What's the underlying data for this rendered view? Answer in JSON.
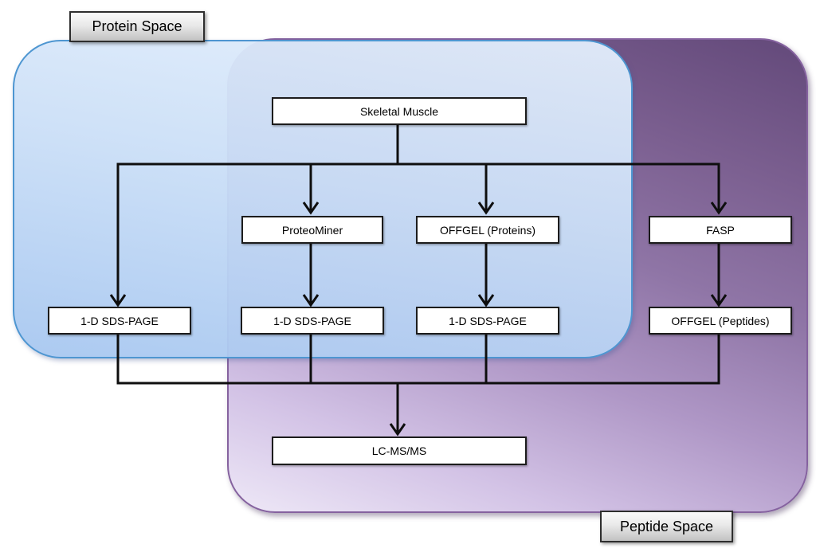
{
  "diagram": {
    "protein_space_label": "Protein Space",
    "peptide_space_label": "Peptide Space",
    "nodes": {
      "skeletal_muscle": "Skeletal Muscle",
      "proteominer": "ProteoMiner",
      "offgel_proteins": "OFFGEL (Proteins)",
      "fasp": "FASP",
      "sds_page_left": "1-D SDS-PAGE",
      "sds_page_mid": "1-D SDS-PAGE",
      "sds_page_right": "1-D SDS-PAGE",
      "offgel_peptides": "OFFGEL (Peptides)",
      "lc_msms": "LC-MS/MS"
    },
    "edges": [
      [
        "skeletal_muscle",
        "sds_page_left"
      ],
      [
        "skeletal_muscle",
        "proteominer"
      ],
      [
        "skeletal_muscle",
        "offgel_proteins"
      ],
      [
        "skeletal_muscle",
        "fasp"
      ],
      [
        "proteominer",
        "sds_page_mid"
      ],
      [
        "offgel_proteins",
        "sds_page_right"
      ],
      [
        "fasp",
        "offgel_peptides"
      ],
      [
        "sds_page_left",
        "lc_msms"
      ],
      [
        "sds_page_mid",
        "lc_msms"
      ],
      [
        "sds_page_right",
        "lc_msms"
      ],
      [
        "offgel_peptides",
        "lc_msms"
      ]
    ],
    "colors": {
      "protein_space_fill_top": "#e4effc",
      "protein_space_fill_bottom": "#a7c7f0",
      "protein_space_border": "#4e96d1",
      "peptide_space_fill_dark": "#63497a",
      "peptide_space_fill_light": "#eee8f7",
      "peptide_space_border": "#85629f",
      "connector": "#0e0e0e",
      "node_fill": "#ffffff",
      "node_border": "#1c1c1c",
      "label_fill_top": "#fafafa",
      "label_fill_bottom": "#c2c2c2",
      "background": "#ffffff"
    }
  }
}
